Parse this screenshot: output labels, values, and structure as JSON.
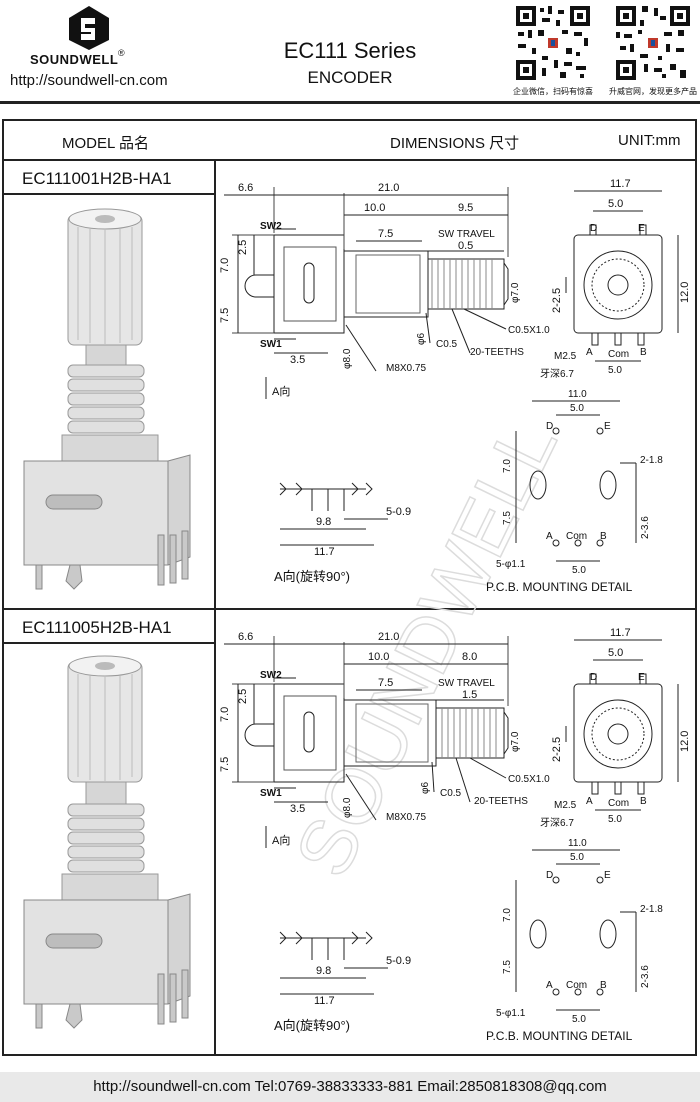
{
  "header": {
    "brand_name": "SOUNDWELL",
    "brand_url": "http://soundwell-cn.com",
    "title": "EC111 Series",
    "subtitle": "ENCODER",
    "qr_captions": [
      "企业微信，扫码有惊喜",
      "升威官网，发现更多产品"
    ]
  },
  "table_header": {
    "model": "MODEL 品名",
    "dimensions": "DIMENSIONS 尺寸",
    "unit": "UNIT:mm"
  },
  "products": [
    {
      "model": "EC111001H2B-HA1",
      "dims": {
        "overall": "21.0",
        "left": "6.6",
        "shaft": "10.0",
        "knob": "9.5",
        "sw_travel_label": "SW TRAVEL",
        "sw_travel": "0.5",
        "d75": "7.5",
        "d25": "2.5",
        "d70": "7.0",
        "d75b": "7.5",
        "d35": "3.5",
        "phi8": "φ8.0",
        "phi6": "φ6",
        "phi7": "φ7.0",
        "c05": "C0.5",
        "c05x10": "C0.5X1.0",
        "teeth": "20-TEETHS",
        "m8": "M8X0.75",
        "sw1": "SW1",
        "sw2": "SW2",
        "aview": "A向"
      }
    },
    {
      "model": "EC111005H2B-HA1",
      "dims": {
        "overall": "21.0",
        "left": "6.6",
        "shaft": "10.0",
        "knob": "8.0",
        "sw_travel_label": "SW TRAVEL",
        "sw_travel": "1.5",
        "d75": "7.5",
        "d25": "2.5",
        "d70": "7.0",
        "d75b": "7.5",
        "d35": "3.5",
        "phi8": "φ8.0",
        "phi6": "φ6",
        "phi7": "φ7.0",
        "c05": "C0.5",
        "c05x10": "C0.5X1.0",
        "teeth": "20-TEETHS",
        "m8": "M8X0.75",
        "sw1": "SW1",
        "sw2": "SW2",
        "aview": "A向"
      }
    }
  ],
  "side_view": {
    "w117": "11.7",
    "w50": "5.0",
    "h120": "12.0",
    "h225": "2-2.5",
    "m25": "M2.5",
    "depth": "牙深6.7",
    "D": "D",
    "E": "E",
    "A": "A",
    "Com": "Com",
    "B": "B",
    "w50b": "5.0"
  },
  "a_view": {
    "p59": "5-0.9",
    "w98": "9.8",
    "w117": "11.7",
    "caption": "A向(旋转90°)"
  },
  "pcb": {
    "w110": "11.0",
    "w50": "5.0",
    "h70": "7.0",
    "h75": "7.5",
    "s218": "2-1.8",
    "s236": "2-3.6",
    "holes": "5-φ1.1",
    "w50b": "5.0",
    "D": "D",
    "E": "E",
    "A": "A",
    "Com": "Com",
    "B": "B",
    "caption": "P.C.B. MOUNTING DETAIL"
  },
  "footer": {
    "text": "http://soundwell-cn.com   Tel:0769-38833333-881   Email:2850818308@qq.com"
  }
}
